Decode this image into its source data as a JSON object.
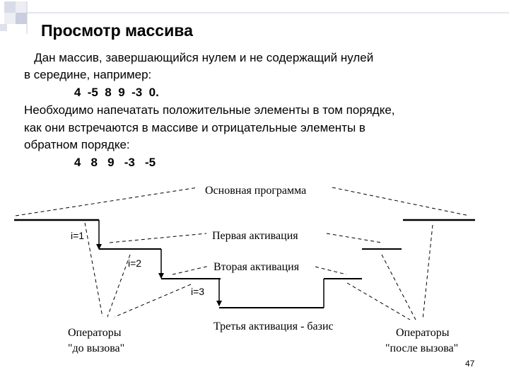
{
  "slide": {
    "title": "Просмотр массива",
    "paragraph_lines": [
      "   Дан массив, завершающийся нулем и не содержащий нулей",
      "в середине, например:",
      "               4  -5  8  9  -3  0.",
      "Необходимо напечатать положительные элементы в том порядке,",
      "как они встречаются в массиве и отрицательные элементы в",
      "обратном порядке:",
      "               4   8   9   -3   -5"
    ],
    "page_number": "47"
  },
  "diagram": {
    "main_program": "Основная программа",
    "activation_1": "Первая активация",
    "activation_2": "Вторая активация",
    "activation_3": "Третья активация - базис",
    "i1": "i=1",
    "i2": "i=2",
    "i3": "i=3",
    "ops_before_line1": "Операторы",
    "ops_before_line2": "\"до вызова\"",
    "ops_after_line1": "Операторы",
    "ops_after_line2": "\"после вызова\""
  }
}
